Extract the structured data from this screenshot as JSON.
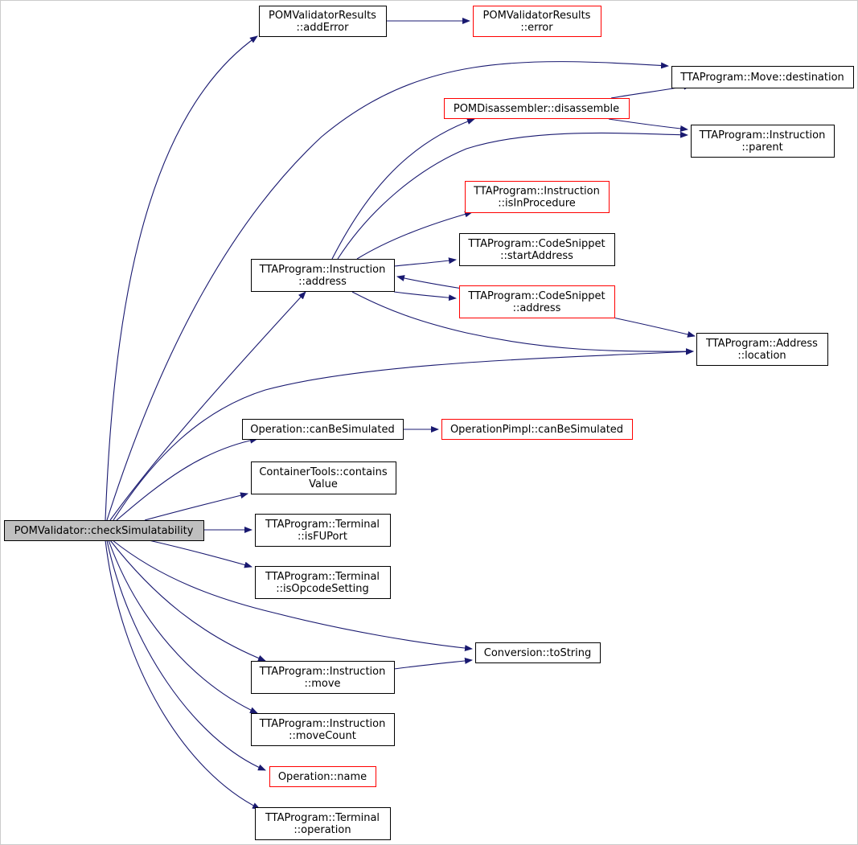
{
  "colors": {
    "edge": "#191970",
    "box_border": "#000000",
    "box_border_truncated": "#ff0000",
    "root_fill": "#bfbfbf",
    "node_fill": "#ffffff"
  },
  "nodes": [
    {
      "id": "root",
      "lines": [
        "POMValidator::checkSimulatability"
      ],
      "kind": "root"
    },
    {
      "id": "addError",
      "lines": [
        "POMValidatorResults",
        "::addError"
      ],
      "kind": "normal"
    },
    {
      "id": "error",
      "lines": [
        "POMValidatorResults",
        "::error"
      ],
      "kind": "truncated"
    },
    {
      "id": "destination",
      "lines": [
        "TTAProgram::Move::destination"
      ],
      "kind": "normal"
    },
    {
      "id": "disassemble",
      "lines": [
        "POMDisassembler::disassemble"
      ],
      "kind": "truncated"
    },
    {
      "id": "parent",
      "lines": [
        "TTAProgram::Instruction",
        "::parent"
      ],
      "kind": "normal"
    },
    {
      "id": "isInProcedure",
      "lines": [
        "TTAProgram::Instruction",
        "::isInProcedure"
      ],
      "kind": "truncated"
    },
    {
      "id": "startAddress",
      "lines": [
        "TTAProgram::CodeSnippet",
        "::startAddress"
      ],
      "kind": "normal"
    },
    {
      "id": "instrAddress",
      "lines": [
        "TTAProgram::Instruction",
        "::address"
      ],
      "kind": "normal"
    },
    {
      "id": "snippetAddress",
      "lines": [
        "TTAProgram::CodeSnippet",
        "::address"
      ],
      "kind": "truncated"
    },
    {
      "id": "location",
      "lines": [
        "TTAProgram::Address",
        "::location"
      ],
      "kind": "normal"
    },
    {
      "id": "canBeSimulated",
      "lines": [
        "Operation::canBeSimulated"
      ],
      "kind": "normal"
    },
    {
      "id": "pimplCanBeSimulated",
      "lines": [
        "OperationPimpl::canBeSimulated"
      ],
      "kind": "truncated"
    },
    {
      "id": "containsValue",
      "lines": [
        "ContainerTools::contains",
        "Value"
      ],
      "kind": "normal"
    },
    {
      "id": "isFUPort",
      "lines": [
        "TTAProgram::Terminal",
        "::isFUPort"
      ],
      "kind": "normal"
    },
    {
      "id": "isOpcodeSetting",
      "lines": [
        "TTAProgram::Terminal",
        "::isOpcodeSetting"
      ],
      "kind": "normal"
    },
    {
      "id": "toString",
      "lines": [
        "Conversion::toString"
      ],
      "kind": "normal"
    },
    {
      "id": "move",
      "lines": [
        "TTAProgram::Instruction",
        "::move"
      ],
      "kind": "normal"
    },
    {
      "id": "moveCount",
      "lines": [
        "TTAProgram::Instruction",
        "::moveCount"
      ],
      "kind": "normal"
    },
    {
      "id": "opName",
      "lines": [
        "Operation::name"
      ],
      "kind": "truncated"
    },
    {
      "id": "operation",
      "lines": [
        "TTAProgram::Terminal",
        "::operation"
      ],
      "kind": "normal"
    }
  ],
  "edges": [
    {
      "from": "root",
      "to": "addError"
    },
    {
      "from": "addError",
      "to": "error"
    },
    {
      "from": "root",
      "to": "destination"
    },
    {
      "from": "root",
      "to": "instrAddress"
    },
    {
      "from": "instrAddress",
      "to": "disassemble"
    },
    {
      "from": "disassemble",
      "to": "destination"
    },
    {
      "from": "disassemble",
      "to": "parent"
    },
    {
      "from": "instrAddress",
      "to": "parent"
    },
    {
      "from": "instrAddress",
      "to": "isInProcedure"
    },
    {
      "from": "instrAddress",
      "to": "startAddress"
    },
    {
      "from": "instrAddress",
      "to": "snippetAddress"
    },
    {
      "from": "snippetAddress",
      "to": "instrAddress"
    },
    {
      "from": "snippetAddress",
      "to": "location"
    },
    {
      "from": "instrAddress",
      "to": "location"
    },
    {
      "from": "root",
      "to": "location"
    },
    {
      "from": "root",
      "to": "canBeSimulated"
    },
    {
      "from": "canBeSimulated",
      "to": "pimplCanBeSimulated"
    },
    {
      "from": "root",
      "to": "containsValue"
    },
    {
      "from": "root",
      "to": "isFUPort"
    },
    {
      "from": "root",
      "to": "isOpcodeSetting"
    },
    {
      "from": "root",
      "to": "toString"
    },
    {
      "from": "root",
      "to": "move"
    },
    {
      "from": "move",
      "to": "toString"
    },
    {
      "from": "root",
      "to": "moveCount"
    },
    {
      "from": "root",
      "to": "opName"
    },
    {
      "from": "root",
      "to": "operation"
    }
  ]
}
